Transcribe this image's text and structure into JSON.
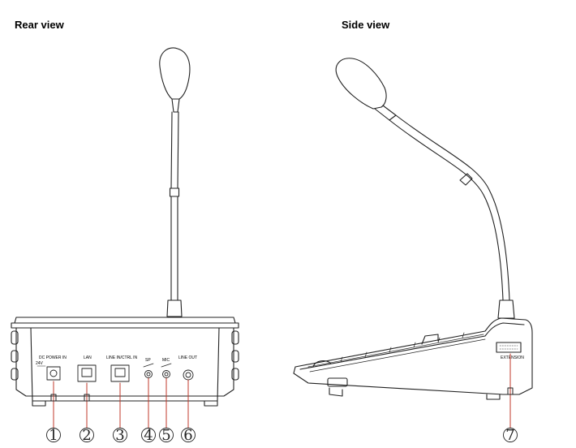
{
  "rear_view": {
    "title": "Rear view",
    "ports": {
      "dc_power_in": "DC POWER IN",
      "voltage": "24V",
      "lan": "LAN",
      "line_in_ctrl_in": "LINE IN/CTRL IN",
      "sp": "SP",
      "mic": "MIC",
      "line_out": "LINE OUT"
    },
    "callouts": [
      "1",
      "2",
      "3",
      "4",
      "5",
      "6"
    ]
  },
  "side_view": {
    "title": "Side view",
    "ports": {
      "extension": "EXTENSION"
    },
    "callouts": [
      "7"
    ]
  },
  "colors": {
    "line": "#222222",
    "callout_line": "#c0392b"
  }
}
